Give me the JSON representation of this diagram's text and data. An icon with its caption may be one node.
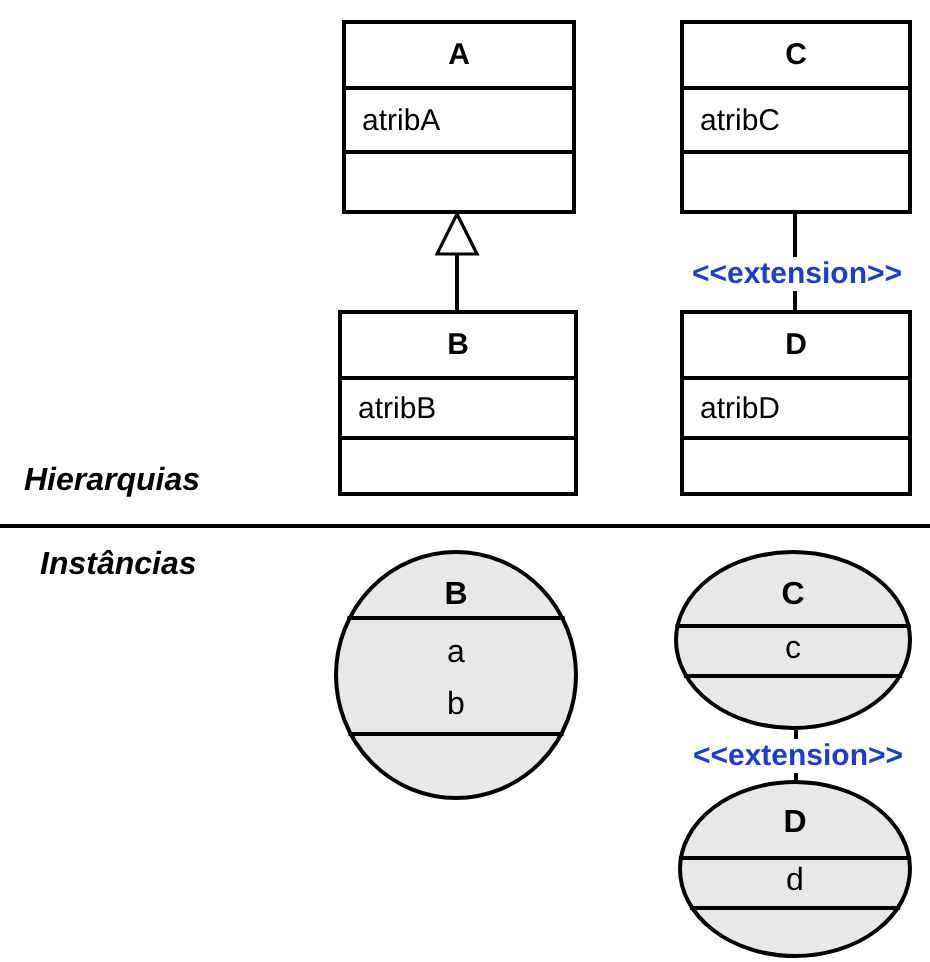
{
  "diagram": {
    "nodes": [
      {
        "text": [
          "A",
          "atribA"
        ]
      },
      {
        "text": [
          "C",
          "atribC"
        ]
      },
      {
        "text": [
          "B",
          "atribB"
        ]
      },
      {
        "text": [
          "D",
          "atribD"
        ]
      },
      {
        "text": [
          "B",
          "a",
          "b"
        ]
      },
      {
        "text": [
          "C",
          "c"
        ]
      },
      {
        "text": [
          "D",
          "d"
        ]
      }
    ],
    "edges": [
      {
        "from": 2,
        "to": 0,
        "arrow": "to"
      },
      {
        "from": 3,
        "to": 1,
        "arrow": "none",
        "label": "<<extension>>"
      },
      {
        "from": 6,
        "to": 5,
        "arrow": "none",
        "label": "<<extension>>"
      }
    ],
    "labels": [
      "Hierarquias",
      "Instâncias"
    ]
  }
}
